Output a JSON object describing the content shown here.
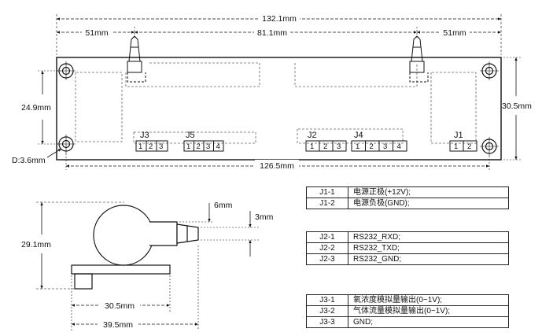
{
  "top_view": {
    "overall_width": "132.1mm",
    "left_offset": "51mm",
    "middle_span": "81.1mm",
    "right_offset": "51mm",
    "hole_spacing_vertical": "24.9mm",
    "board_height": "30.5mm",
    "hole_diameter": "D:3.6mm",
    "hole_spacing_horizontal": "126.5mm",
    "connectors": [
      {
        "name": "J3",
        "pins": [
          "1",
          "2",
          "3"
        ]
      },
      {
        "name": "J5",
        "pins": [
          "1",
          "2",
          "3",
          "4"
        ]
      },
      {
        "name": "J2",
        "pins": [
          "1",
          "2",
          "3"
        ]
      },
      {
        "name": "J4",
        "pins": [
          "1",
          "2",
          "3",
          "4"
        ]
      },
      {
        "name": "J1",
        "pins": [
          "1",
          "2"
        ]
      }
    ]
  },
  "side_view": {
    "total_height": "29.1mm",
    "nozzle_offset": "6mm",
    "nozzle_diameter": "3mm",
    "board_width": "30.5mm",
    "total_width": "39.5mm"
  },
  "pin_tables": {
    "j1": [
      {
        "pin": "J1-1",
        "function": "电源正极(+12V);"
      },
      {
        "pin": "J1-2",
        "function": "电源负极(GND);"
      }
    ],
    "j2": [
      {
        "pin": "J2-1",
        "function": "RS232_RXD;"
      },
      {
        "pin": "J2-2",
        "function": "RS232_TXD;"
      },
      {
        "pin": "J2-3",
        "function": "RS232_GND;"
      }
    ],
    "j3": [
      {
        "pin": "J3-1",
        "function": "氧浓度模拟量输出(0~1V);"
      },
      {
        "pin": "J3-2",
        "function": "气体流量模拟量输出(0~1V);"
      },
      {
        "pin": "J3-3",
        "function": "GND;"
      }
    ]
  },
  "colors": {
    "line": "#111111",
    "outline": "#444444",
    "dashed": "#555555"
  }
}
